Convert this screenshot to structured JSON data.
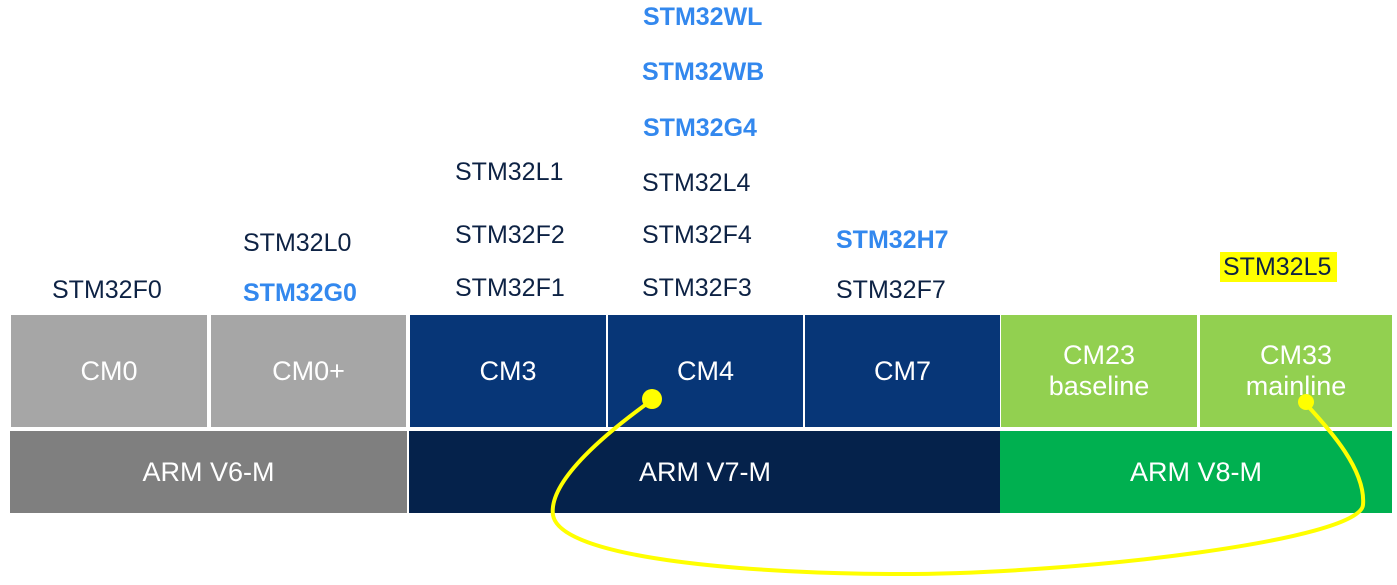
{
  "colors": {
    "text_existing": "#0d2244",
    "text_new": "#3388ee",
    "highlight": "#ffff00",
    "v6_core": "#a6a6a6",
    "v6_arch": "#7f7f7f",
    "v7_core": "#073677",
    "v7_arch": "#05224b",
    "v8_core": "#92d050",
    "v8_arch": "#00b050",
    "connector": "#ffff00"
  },
  "architectures": [
    {
      "label": "ARM V6-M"
    },
    {
      "label": "ARM V7-M"
    },
    {
      "label": "ARM V8-M"
    }
  ],
  "cores": [
    {
      "label": "CM0",
      "families": [
        "STM32F0"
      ]
    },
    {
      "label": "CM0+",
      "families": [
        "STM32L0",
        "STM32G0"
      ]
    },
    {
      "label": "CM3",
      "families": [
        "STM32L1",
        "STM32F2",
        "STM32F1"
      ]
    },
    {
      "label": "CM4",
      "families": [
        "STM32WL",
        "STM32WB",
        "STM32G4",
        "STM32L4",
        "STM32F4",
        "STM32F3"
      ]
    },
    {
      "label": "CM7",
      "families": [
        "STM32H7",
        "STM32F7"
      ]
    },
    {
      "label": "CM23",
      "sublabel": "baseline",
      "families": []
    },
    {
      "label": "CM33",
      "sublabel": "mainline",
      "families": [
        "STM32L5"
      ]
    }
  ],
  "new_families": [
    "STM32G0",
    "STM32WL",
    "STM32WB",
    "STM32G4",
    "STM32H7"
  ],
  "highlighted_family": "STM32L5",
  "connector": {
    "from": "CM4",
    "to": "CM33",
    "style": "yellow curved loop"
  }
}
